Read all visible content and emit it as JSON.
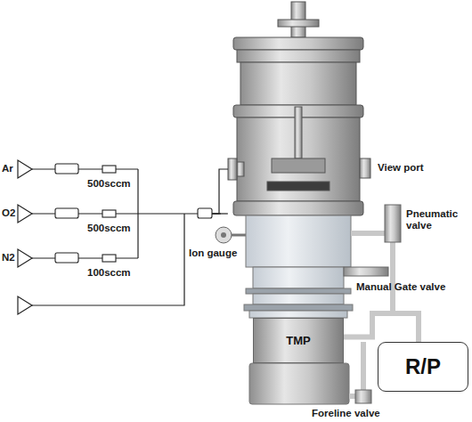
{
  "diagram": {
    "nodes": [
      {
        "text": [
          "TMP"
        ]
      },
      {
        "text": [
          "R/P"
        ]
      }
    ],
    "edges": [
      {
        "from": 0,
        "to": 1,
        "arrow": "none"
      }
    ],
    "labels": [
      "Ar",
      "O2",
      "N2",
      "500sccm",
      "500sccm",
      "100sccm",
      "View port",
      "Pneumatic valve",
      "Ion gauge",
      "Manual Gate valve",
      "Foreline valve"
    ]
  }
}
